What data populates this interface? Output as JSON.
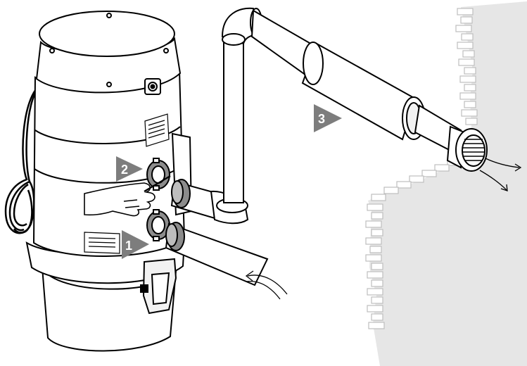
{
  "diagram": {
    "step_markers": [
      {
        "id": "step-1",
        "label": "1"
      },
      {
        "id": "step-2",
        "label": "2"
      },
      {
        "id": "step-3",
        "label": "3"
      }
    ]
  },
  "colors": {
    "outline": "#000000",
    "wall": "#e6e6e6",
    "brick": "#bdbdbd",
    "marker": "#7d7d7d",
    "unit_body": "#ffffff",
    "pipe": "#ffffff",
    "pipe_shade": "#8c8c8c"
  }
}
